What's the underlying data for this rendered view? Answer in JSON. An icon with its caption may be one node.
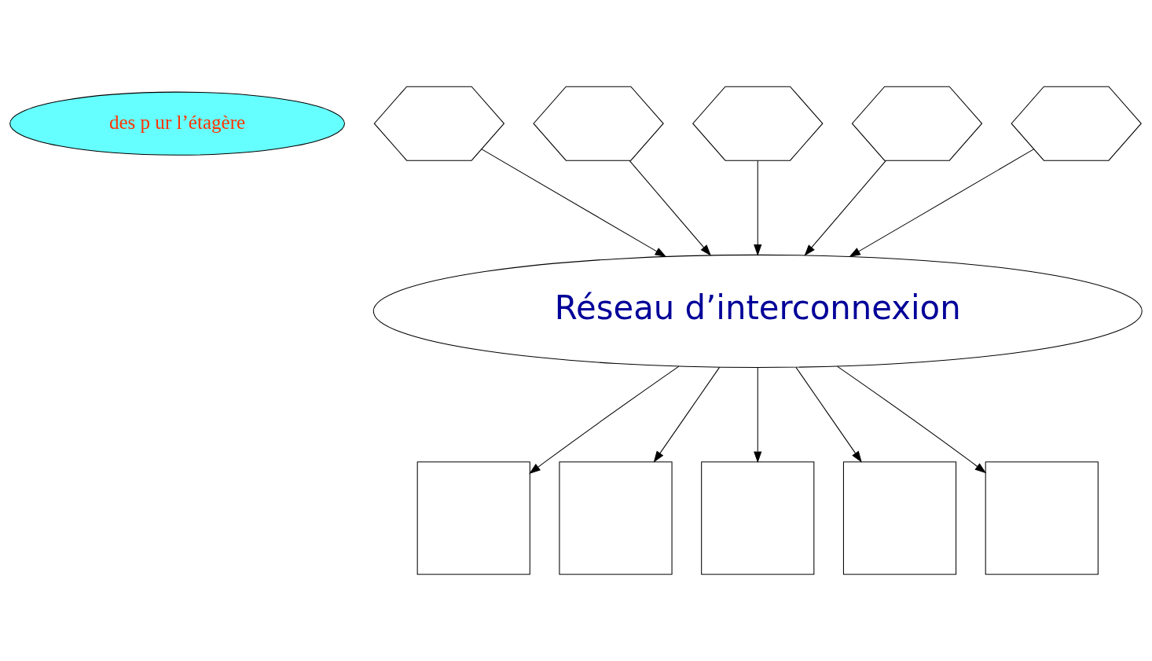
{
  "diagram": {
    "nodes": [
      {
        "text": [
          "des p ur l’étagère"
        ]
      },
      {
        "text": [],
        "shape": "hexagon"
      },
      {
        "text": [],
        "shape": "hexagon"
      },
      {
        "text": [],
        "shape": "hexagon"
      },
      {
        "text": [],
        "shape": "hexagon"
      },
      {
        "text": [],
        "shape": "hexagon"
      },
      {
        "text": [
          "Réseau d’interconnexion"
        ]
      },
      {
        "text": [],
        "shape": "box"
      },
      {
        "text": [],
        "shape": "box"
      },
      {
        "text": [],
        "shape": "box"
      },
      {
        "text": [],
        "shape": "box"
      },
      {
        "text": [],
        "shape": "box"
      }
    ],
    "edges": [
      {
        "from": 1,
        "to": 6,
        "arrow": "to"
      },
      {
        "from": 2,
        "to": 6,
        "arrow": "to"
      },
      {
        "from": 3,
        "to": 6,
        "arrow": "to"
      },
      {
        "from": 4,
        "to": 6,
        "arrow": "to"
      },
      {
        "from": 5,
        "to": 6,
        "arrow": "to"
      },
      {
        "from": 6,
        "to": 7,
        "arrow": "to"
      },
      {
        "from": 6,
        "to": 8,
        "arrow": "to"
      },
      {
        "from": 6,
        "to": 9,
        "arrow": "to"
      },
      {
        "from": 6,
        "to": 10,
        "arrow": "to"
      },
      {
        "from": 6,
        "to": 11,
        "arrow": "to"
      }
    ]
  }
}
